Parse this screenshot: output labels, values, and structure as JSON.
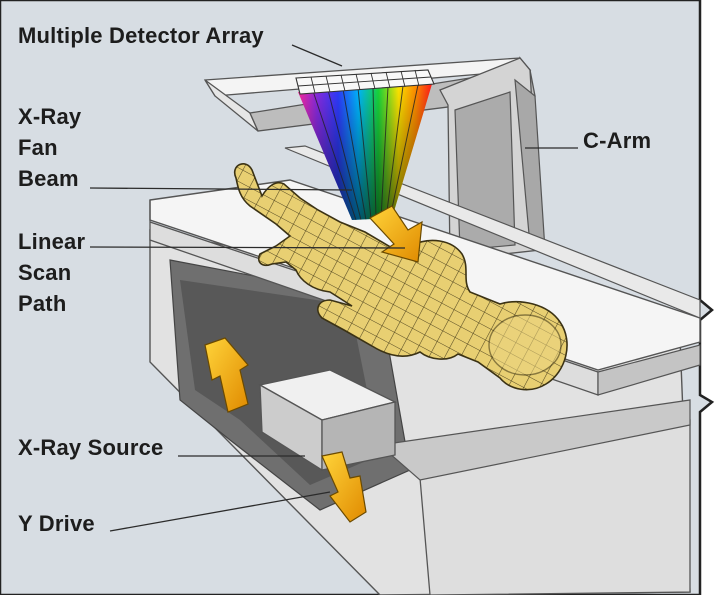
{
  "labels": {
    "detector_array": "Multiple Detector Array",
    "fan_beam": [
      "X-Ray",
      "Fan",
      "Beam"
    ],
    "scan_path": [
      "Linear",
      "Scan",
      "Path"
    ],
    "c_arm": "C-Arm",
    "xray_source": "X-Ray Source",
    "y_drive": "Y Drive"
  },
  "colors": {
    "background": "#d7dde3",
    "machine_light": "#efefef",
    "machine_mid": "#cfcfcf",
    "machine_dark": "#8e8e8e",
    "patient_fill": "#e8cf72",
    "arrow_orange": "#f2a81c",
    "leader_line": "#2b2b2b"
  }
}
